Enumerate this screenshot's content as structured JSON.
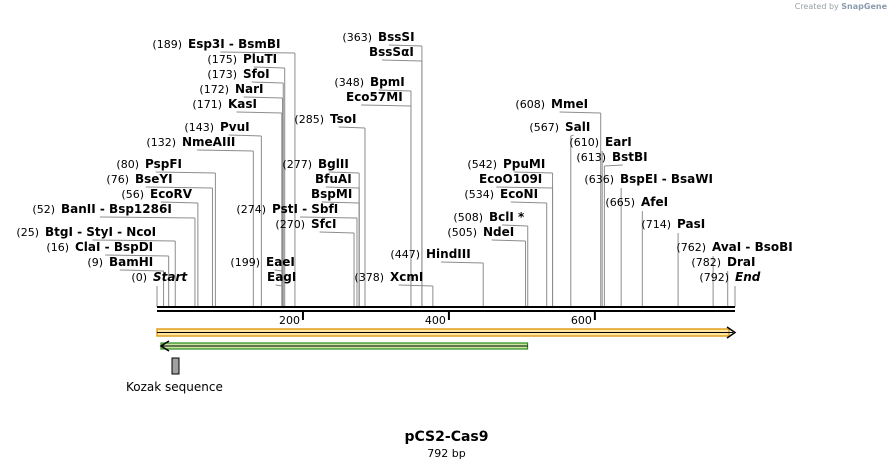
{
  "brand": {
    "prefix": "Created by",
    "name": "SnapGene"
  },
  "plasmid": {
    "name": "pCS2-Cas9",
    "length_label": "792 bp",
    "length": 792
  },
  "ticks": [
    "200",
    "400",
    "600"
  ],
  "tick_values": [
    200,
    400,
    600
  ],
  "feature": {
    "name": "Kozak sequence"
  },
  "sites": [
    {
      "id": "start",
      "pos": "(0)",
      "name": "Start",
      "site": 0,
      "italic": true
    },
    {
      "id": "bamhi",
      "pos": "(9)",
      "name": "BamHI",
      "site": 9
    },
    {
      "id": "clai",
      "pos": "(16)",
      "name": "ClaI  -  BspDI",
      "site": 16
    },
    {
      "id": "btgi",
      "pos": "(25)",
      "name": "BtgI  -  StyI  -  NcoI",
      "site": 25
    },
    {
      "id": "banii",
      "pos": "(52)",
      "name": "BanII  -  Bsp1286I",
      "site": 52
    },
    {
      "id": "ecorv",
      "pos": "(56)",
      "name": "EcoRV",
      "site": 56
    },
    {
      "id": "bseyi",
      "pos": "(76)",
      "name": "BseYI",
      "site": 76
    },
    {
      "id": "pspfi",
      "pos": "(80)",
      "name": "PspFI",
      "site": 80
    },
    {
      "id": "nmeaiii",
      "pos": "(132)",
      "name": "NmeAIII",
      "site": 132
    },
    {
      "id": "pvui",
      "pos": "(143)",
      "name": "PvuI",
      "site": 143
    },
    {
      "id": "kasi",
      "pos": "(171)",
      "name": "KasI",
      "site": 171
    },
    {
      "id": "nari",
      "pos": "(172)",
      "name": "NarI",
      "site": 172
    },
    {
      "id": "sfoi",
      "pos": "(173)",
      "name": "SfoI",
      "site": 173
    },
    {
      "id": "pluti",
      "pos": "(175)",
      "name": "PluTI",
      "site": 175
    },
    {
      "id": "esp3i",
      "pos": "(189)",
      "name": "Esp3I  -  BsmBI",
      "site": 189
    },
    {
      "id": "eagi",
      "pos": "",
      "name": "EagI",
      "site": 172
    },
    {
      "id": "eaei",
      "pos": "(199)",
      "name": "EaeI",
      "site": 172
    },
    {
      "id": "sfci",
      "pos": "(270)",
      "name": "SfcI",
      "site": 270
    },
    {
      "id": "psti",
      "pos": "(274)",
      "name": "PstI  -  SbfI",
      "site": 274
    },
    {
      "id": "bspmi",
      "pos": "",
      "name": "BspMI",
      "site": 277
    },
    {
      "id": "bfuai",
      "pos": "",
      "name": "BfuAI",
      "site": 277
    },
    {
      "id": "bglii",
      "pos": "(277)",
      "name": "BglII",
      "site": 277
    },
    {
      "id": "tsoi",
      "pos": "(285)",
      "name": "TsoI",
      "site": 285
    },
    {
      "id": "xcmi",
      "pos": "(378)",
      "name": "XcmI",
      "site": 378
    },
    {
      "id": "eco57mi",
      "pos": "",
      "name": "Eco57MI",
      "site": 348
    },
    {
      "id": "bpmi",
      "pos": "(348)",
      "name": "BpmI",
      "site": 348
    },
    {
      "id": "bsssai",
      "pos": "",
      "name": "BssSαI",
      "site": 363
    },
    {
      "id": "bsssi",
      "pos": "(363)",
      "name": "BssSI",
      "site": 363
    },
    {
      "id": "hindiii",
      "pos": "(447)",
      "name": "HindIII",
      "site": 447
    },
    {
      "id": "ndei",
      "pos": "(505)",
      "name": "NdeI",
      "site": 505
    },
    {
      "id": "bcli",
      "pos": "(508)",
      "name": "BclI *",
      "site": 508
    },
    {
      "id": "econi",
      "pos": "(534)",
      "name": "EcoNI",
      "site": 534
    },
    {
      "id": "ecoo109i",
      "pos": "",
      "name": "EcoO109I",
      "site": 542
    },
    {
      "id": "ppumi",
      "pos": "(542)",
      "name": "PpuMI",
      "site": 542
    },
    {
      "id": "sali",
      "pos": "(567)",
      "name": "SalI",
      "site": 567
    },
    {
      "id": "mmei",
      "pos": "(608)",
      "name": "MmeI",
      "site": 608
    },
    {
      "id": "bstbi",
      "pos": "(613)",
      "name": "BstBI",
      "site": 613
    },
    {
      "id": "eari",
      "pos": "(610)",
      "name": "EarI",
      "site": 610
    },
    {
      "id": "bspei",
      "pos": "(636)",
      "name": "BspEI  -  BsaWI",
      "site": 636
    },
    {
      "id": "afei",
      "pos": "(665)",
      "name": "AfeI",
      "site": 665
    },
    {
      "id": "pasi",
      "pos": "(714)",
      "name": "PasI",
      "site": 714
    },
    {
      "id": "avai",
      "pos": "(762)",
      "name": "AvaI  -  BsoBI",
      "site": 762
    },
    {
      "id": "drai",
      "pos": "(782)",
      "name": "DraI",
      "site": 782
    },
    {
      "id": "end",
      "pos": "(792)",
      "name": "End",
      "site": 792,
      "italic": true
    }
  ],
  "colors": {
    "backbone": "#000000",
    "orf_stroke": "#e0a020",
    "orf_fill": "#ffe5a0",
    "feature_stroke": "#2a8a1a",
    "feature_fill": "#c8e8a0",
    "kozak": "#a0a0a0"
  }
}
